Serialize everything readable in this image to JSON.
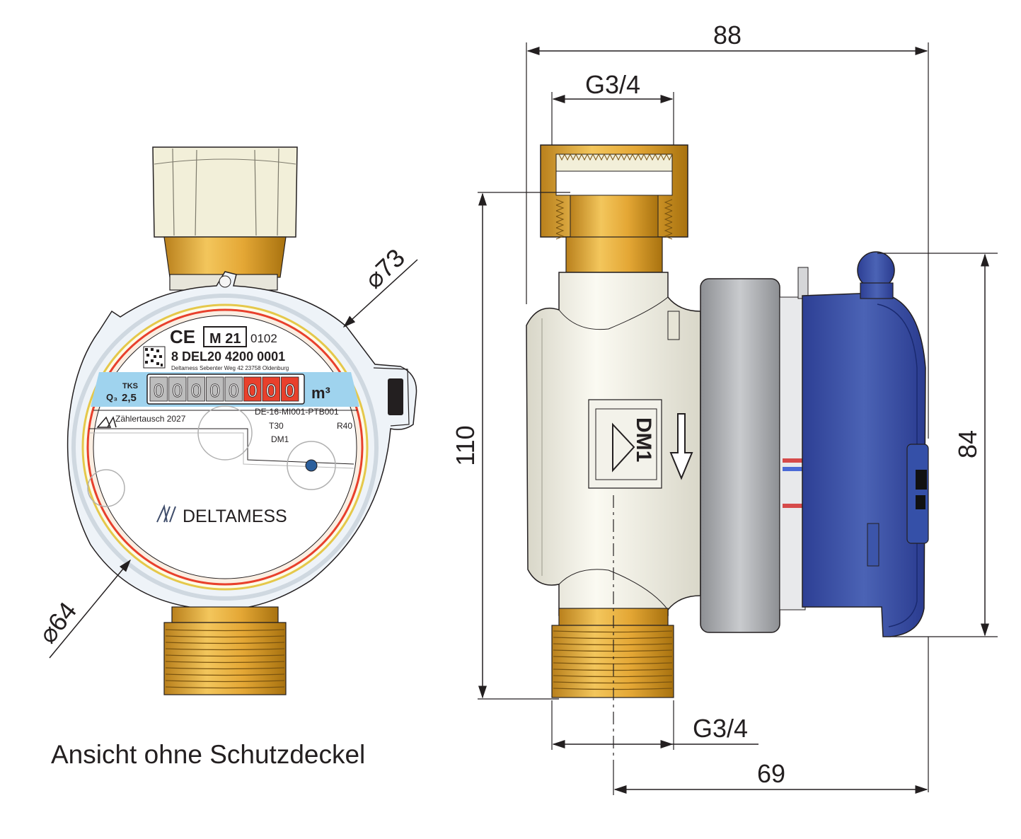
{
  "caption": "Ansicht ohne Schutzdeckel",
  "dimensions": {
    "overall_width": "88",
    "top_thread": "G3/4",
    "bottom_thread": "G3/4",
    "height": "110",
    "cover_height": "84",
    "axis_to_back": "69",
    "outer_diameter": "73",
    "dial_diameter": "64",
    "diameter_symbol": "⌀"
  },
  "dial": {
    "ce_mark": "CE",
    "metrology_mark": "M 21",
    "notified_body": "0102",
    "serial": "8 DEL20 4200 0001",
    "address": "Deltamess  Sebenter Weg 42  23758 Oldenburg",
    "type_code": "TKS",
    "q3_label": "Q₃",
    "q3_value": "2,5",
    "counter_black_digits": [
      "0",
      "0",
      "0",
      "0",
      "0"
    ],
    "counter_red_digits": [
      "0",
      "0",
      "0"
    ],
    "unit": "m³",
    "exchange_note": "Zählertausch 2027",
    "approval": "DE-16-MI001-PTB001",
    "temperature_class": "T30",
    "ratio": "R40",
    "model": "DM1",
    "brand": "DELTAMESS"
  },
  "side": {
    "flow_marking": "DM1"
  },
  "colors": {
    "brass": "#e0a733",
    "brass_dark": "#9a6b12",
    "body_cream": "#f1efe2",
    "ring_grey": "#a7a9ac",
    "cover_blue": "#3f56a6",
    "cover_blue_dark": "#24368a",
    "dial_blue": "#9fd3ee",
    "dial_red": "#e8402c",
    "brand_text": "#3f4d6b",
    "line": "#231f20"
  }
}
